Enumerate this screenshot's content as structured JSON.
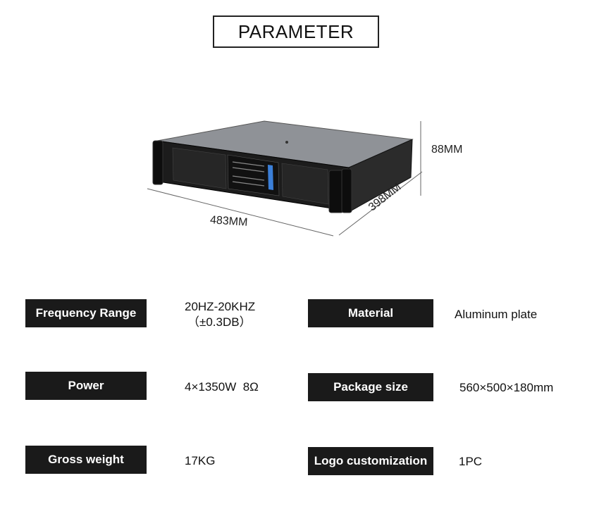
{
  "title": "PARAMETER",
  "dimensions": {
    "height": "88MM",
    "width": "483MM",
    "depth": "398MM"
  },
  "params": [
    {
      "label": "Frequency Range",
      "value": "20HZ-20KHZ",
      "value2": "（±0.3DB）"
    },
    {
      "label": "Material",
      "value": "Aluminum plate"
    },
    {
      "label": "Power",
      "value": "4×1350W  8Ω"
    },
    {
      "label": "Package size",
      "value": "560×500×180mm"
    },
    {
      "label": "Gross weight",
      "value": "17KG"
    },
    {
      "label": "Logo customization",
      "value": "1PC"
    }
  ],
  "colors": {
    "label_bg": "#1a1a1a",
    "label_text": "#ffffff",
    "accent_blue": "#3b7fd8"
  }
}
